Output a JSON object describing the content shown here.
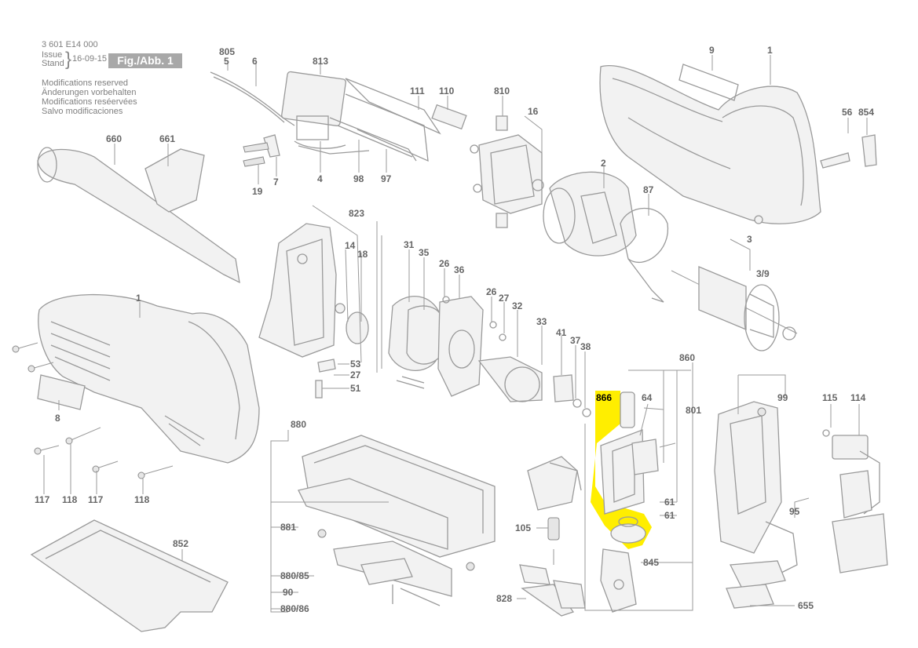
{
  "header": {
    "part_number": "3 601 E14 000",
    "issue_label": "Issue",
    "stand_label": "Stand",
    "date": "16-09-15",
    "figure_label": "Fig./Abb. 1",
    "modifications": [
      "Modifications reserved",
      "Änderungen vorbehalten",
      "Modifications reséervées",
      "Salvo modificaciones"
    ]
  },
  "highlight": {
    "part": "866",
    "color": "#ffee00"
  },
  "labels": {
    "p805": "805",
    "p5": "5",
    "p6": "6",
    "p813": "813",
    "p111": "111",
    "p110": "110",
    "p810": "810",
    "p16": "16",
    "p9": "9",
    "p1_top": "1",
    "p56": "56",
    "p854": "854",
    "p660": "660",
    "p661": "661",
    "p19": "19",
    "p7": "7",
    "p4": "4",
    "p98": "98",
    "p97": "97",
    "p2": "2",
    "p87": "87",
    "p823": "823",
    "p14": "14",
    "p18": "18",
    "p31": "31",
    "p35": "35",
    "p26a": "26",
    "p36": "36",
    "p3": "3",
    "p3_9": "3/9",
    "p1_mid": "1",
    "p26b": "26",
    "p27a": "27",
    "p32": "32",
    "p33": "33",
    "p41": "41",
    "p37": "37",
    "p38": "38",
    "p53": "53",
    "p27b": "27",
    "p51": "51",
    "p8": "8",
    "p860": "860",
    "p866": "866",
    "p64": "64",
    "p801": "801",
    "p99": "99",
    "p115": "115",
    "p114": "114",
    "p880": "880",
    "p117a": "117",
    "p118a": "118",
    "p117b": "117",
    "p118b": "118",
    "p881": "881",
    "p61a": "61",
    "p61b": "61",
    "p105": "105",
    "p95": "95",
    "p852": "852",
    "p880_85": "880/85",
    "p845": "845",
    "p90": "90",
    "p880_86": "880/86",
    "p828": "828",
    "p655": "655"
  }
}
